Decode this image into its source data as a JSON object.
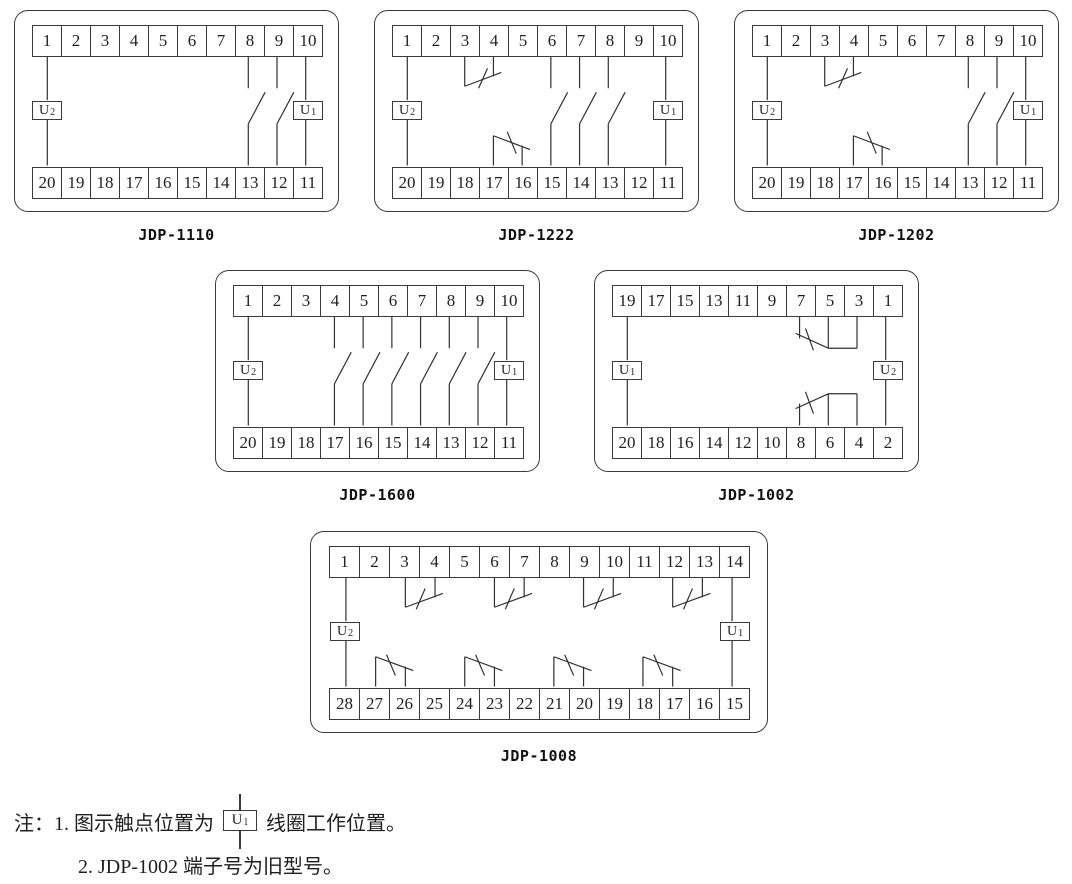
{
  "page": {
    "background": "#ffffff",
    "line_color": "#2f2f2f"
  },
  "diagrams": [
    {
      "id": "jdp-1110",
      "label": "JDP-1110",
      "top_row": [
        "1",
        "2",
        "3",
        "4",
        "5",
        "6",
        "7",
        "8",
        "9",
        "10"
      ],
      "bottom_row": [
        "20",
        "19",
        "18",
        "17",
        "16",
        "15",
        "14",
        "13",
        "12",
        "11"
      ],
      "left_coil": {
        "base": "U",
        "sub": "2"
      },
      "right_coil": {
        "base": "U",
        "sub": "1"
      }
    },
    {
      "id": "jdp-1222",
      "label": "JDP-1222",
      "top_row": [
        "1",
        "2",
        "3",
        "4",
        "5",
        "6",
        "7",
        "8",
        "9",
        "10"
      ],
      "bottom_row": [
        "20",
        "19",
        "18",
        "17",
        "16",
        "15",
        "14",
        "13",
        "12",
        "11"
      ],
      "left_coil": {
        "base": "U",
        "sub": "2"
      },
      "right_coil": {
        "base": "U",
        "sub": "1"
      }
    },
    {
      "id": "jdp-1202",
      "label": "JDP-1202",
      "top_row": [
        "1",
        "2",
        "3",
        "4",
        "5",
        "6",
        "7",
        "8",
        "9",
        "10"
      ],
      "bottom_row": [
        "20",
        "19",
        "18",
        "17",
        "16",
        "15",
        "14",
        "13",
        "12",
        "11"
      ],
      "left_coil": {
        "base": "U",
        "sub": "2"
      },
      "right_coil": {
        "base": "U",
        "sub": "1"
      }
    },
    {
      "id": "jdp-1600",
      "label": "JDP-1600",
      "top_row": [
        "1",
        "2",
        "3",
        "4",
        "5",
        "6",
        "7",
        "8",
        "9",
        "10"
      ],
      "bottom_row": [
        "20",
        "19",
        "18",
        "17",
        "16",
        "15",
        "14",
        "13",
        "12",
        "11"
      ],
      "left_coil": {
        "base": "U",
        "sub": "2"
      },
      "right_coil": {
        "base": "U",
        "sub": "1"
      }
    },
    {
      "id": "jdp-1002",
      "label": "JDP-1002",
      "top_row": [
        "19",
        "17",
        "15",
        "13",
        "11",
        "9",
        "7",
        "5",
        "3",
        "1"
      ],
      "bottom_row": [
        "20",
        "18",
        "16",
        "14",
        "12",
        "10",
        "8",
        "6",
        "4",
        "2"
      ],
      "left_coil": {
        "base": "U",
        "sub": "1"
      },
      "right_coil": {
        "base": "U",
        "sub": "2"
      }
    },
    {
      "id": "jdp-1008",
      "label": "JDP-1008",
      "top_row": [
        "1",
        "2",
        "3",
        "4",
        "5",
        "6",
        "7",
        "8",
        "9",
        "10",
        "11",
        "12",
        "13",
        "14"
      ],
      "bottom_row": [
        "28",
        "27",
        "26",
        "25",
        "24",
        "23",
        "22",
        "21",
        "20",
        "19",
        "18",
        "17",
        "16",
        "15"
      ],
      "left_coil": {
        "base": "U",
        "sub": "2"
      },
      "right_coil": {
        "base": "U",
        "sub": "1"
      }
    }
  ],
  "notes": {
    "line1_prefix": "注：1. 图示触点位置为",
    "coil": {
      "base": "U",
      "sub": "1"
    },
    "line1_suffix": "线圈工作位置。",
    "line2": "2. JDP-1002 端子号为旧型号。"
  }
}
